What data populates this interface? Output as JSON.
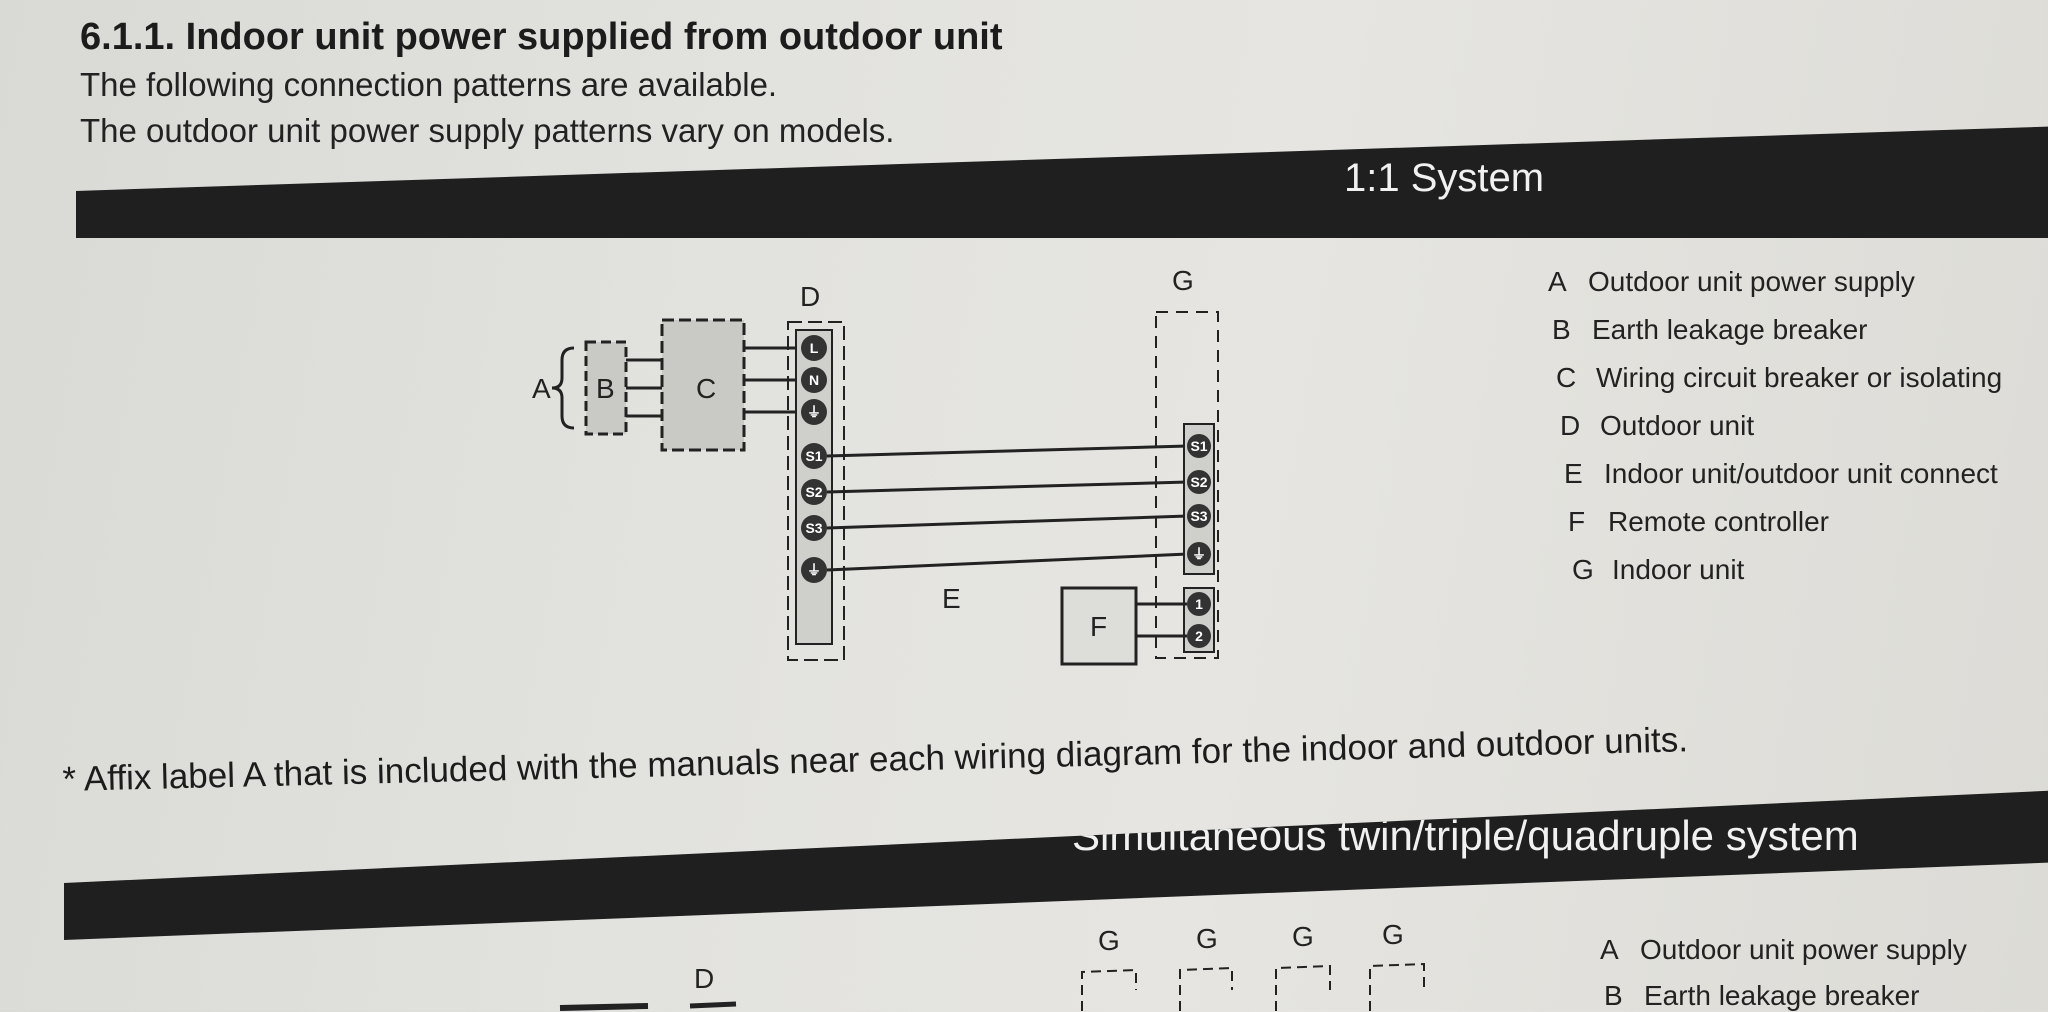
{
  "heading": "6.1.1. Indoor unit power supplied from outdoor unit",
  "intro": [
    "The following connection patterns are available.",
    "The outdoor unit power supply patterns vary on models."
  ],
  "section1": {
    "title": "1:1 System",
    "diagram_labels": {
      "A": "A",
      "B": "B",
      "C": "C",
      "D": "D",
      "E": "E",
      "F": "F",
      "G": "G"
    },
    "outdoor_terminals": [
      "L",
      "N",
      "⏚",
      "S1",
      "S2",
      "S3",
      "⏚"
    ],
    "indoor_terminals": [
      "S1",
      "S2",
      "S3",
      "⏚"
    ],
    "remote_terminals": [
      "1",
      "2"
    ],
    "legend": [
      {
        "key": "A",
        "text": "Outdoor unit power supply"
      },
      {
        "key": "B",
        "text": "Earth leakage breaker"
      },
      {
        "key": "C",
        "text": "Wiring circuit breaker or isolating"
      },
      {
        "key": "D",
        "text": "Outdoor unit"
      },
      {
        "key": "E",
        "text": "Indoor unit/outdoor unit connect"
      },
      {
        "key": "F",
        "text": "Remote controller"
      },
      {
        "key": "G",
        "text": "Indoor unit"
      }
    ]
  },
  "note": "* Affix label A that is included with the manuals near each wiring diagram for the indoor and outdoor units.",
  "section2": {
    "title": "Simultaneous twin/triple/quadruple system",
    "diagram_labels": {
      "D": "D",
      "G1": "G",
      "G2": "G",
      "G3": "G",
      "G4": "G"
    },
    "legend": [
      {
        "key": "A",
        "text": "Outdoor unit power supply"
      },
      {
        "key": "B",
        "text": "Earth leakage breaker"
      }
    ]
  }
}
